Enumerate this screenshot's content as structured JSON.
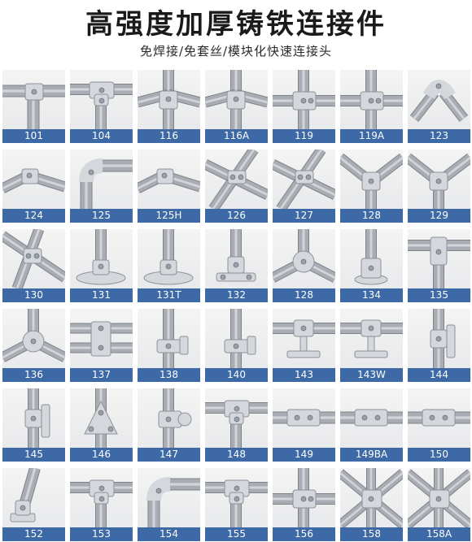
{
  "header": {
    "title": "高强度加厚铸铁连接件",
    "subtitle": "免焊接/免套丝/模块化快速连接头"
  },
  "colors": {
    "label_bar": "#3d6aa6",
    "pipe": "#a9adb3",
    "fitting": "#d4d7db"
  },
  "items": [
    {
      "code": "101",
      "icon": "tee-elbow-fitting-icon"
    },
    {
      "code": "104",
      "icon": "tee-fitting-icon"
    },
    {
      "code": "116",
      "icon": "angled-tee-fitting-icon"
    },
    {
      "code": "116A",
      "icon": "angled-tee-fitting-icon"
    },
    {
      "code": "119",
      "icon": "cross-fitting-icon"
    },
    {
      "code": "119A",
      "icon": "cross-fitting-icon"
    },
    {
      "code": "123",
      "icon": "apex-fitting-icon"
    },
    {
      "code": "124",
      "icon": "angled-elbow-fitting-icon"
    },
    {
      "code": "125",
      "icon": "elbow-fitting-icon"
    },
    {
      "code": "125H",
      "icon": "angled-elbow-fitting-icon"
    },
    {
      "code": "126",
      "icon": "swivel-fitting-icon"
    },
    {
      "code": "127",
      "icon": "swivel-fitting-icon"
    },
    {
      "code": "128",
      "icon": "three-way-fitting-icon"
    },
    {
      "code": "129",
      "icon": "three-way-fitting-icon"
    },
    {
      "code": "130",
      "icon": "crossover-fitting-icon"
    },
    {
      "code": "131",
      "icon": "base-flange-icon"
    },
    {
      "code": "131T",
      "icon": "base-flange-icon"
    },
    {
      "code": "132",
      "icon": "wall-flange-icon"
    },
    {
      "code": "128",
      "icon": "corner-fitting-icon"
    },
    {
      "code": "134",
      "icon": "base-socket-icon"
    },
    {
      "code": "135",
      "icon": "end-support-icon"
    },
    {
      "code": "136",
      "icon": "corner-fitting-icon"
    },
    {
      "code": "137",
      "icon": "parallel-clamp-icon"
    },
    {
      "code": "138",
      "icon": "wall-bracket-icon"
    },
    {
      "code": "140",
      "icon": "wall-bracket-icon"
    },
    {
      "code": "143",
      "icon": "rail-support-icon"
    },
    {
      "code": "143W",
      "icon": "rail-support-icon"
    },
    {
      "code": "144",
      "icon": "wall-plate-icon"
    },
    {
      "code": "145",
      "icon": "wall-plate-icon"
    },
    {
      "code": "146",
      "icon": "triangle-plate-icon"
    },
    {
      "code": "147",
      "icon": "clamp-collar-icon"
    },
    {
      "code": "148",
      "icon": "tee-fitting-icon"
    },
    {
      "code": "149",
      "icon": "inline-connector-icon"
    },
    {
      "code": "149BA",
      "icon": "inline-connector-icon"
    },
    {
      "code": "150",
      "icon": "inline-connector-icon"
    },
    {
      "code": "152",
      "icon": "angled-base-icon"
    },
    {
      "code": "153",
      "icon": "tee-fitting-icon"
    },
    {
      "code": "154",
      "icon": "elbow-fitting-icon"
    },
    {
      "code": "155",
      "icon": "tee-fitting-icon"
    },
    {
      "code": "156",
      "icon": "cross-fitting-icon"
    },
    {
      "code": "158",
      "icon": "x-cross-fitting-icon"
    },
    {
      "code": "158A",
      "icon": "x-cross-fitting-icon"
    }
  ]
}
